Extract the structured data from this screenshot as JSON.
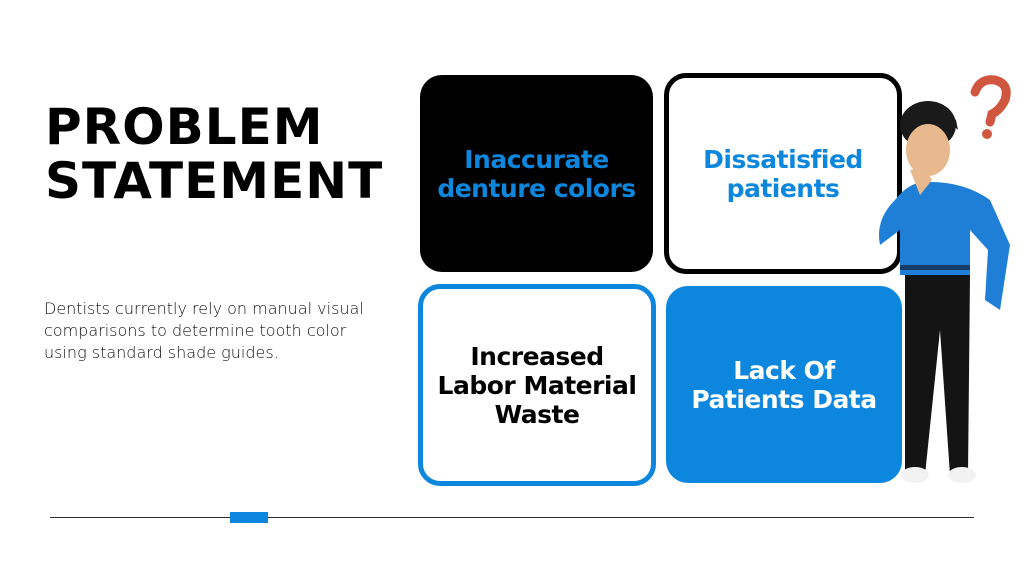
{
  "title": {
    "line1": "PROBLEM",
    "line2": "STATEMENT"
  },
  "description": "Dentists currently rely on manual visual comparisons to determine tooth color using standard shade guides.",
  "cards": [
    {
      "text": "Inaccurate denture colors"
    },
    {
      "text": "Dissatisfied patients"
    },
    {
      "text": "Increased Labor Material Waste"
    },
    {
      "text": "Lack Of Patients Data"
    }
  ],
  "colors": {
    "accent": "#0d87dd",
    "black": "#000000",
    "question_mark": "#d0573f"
  }
}
